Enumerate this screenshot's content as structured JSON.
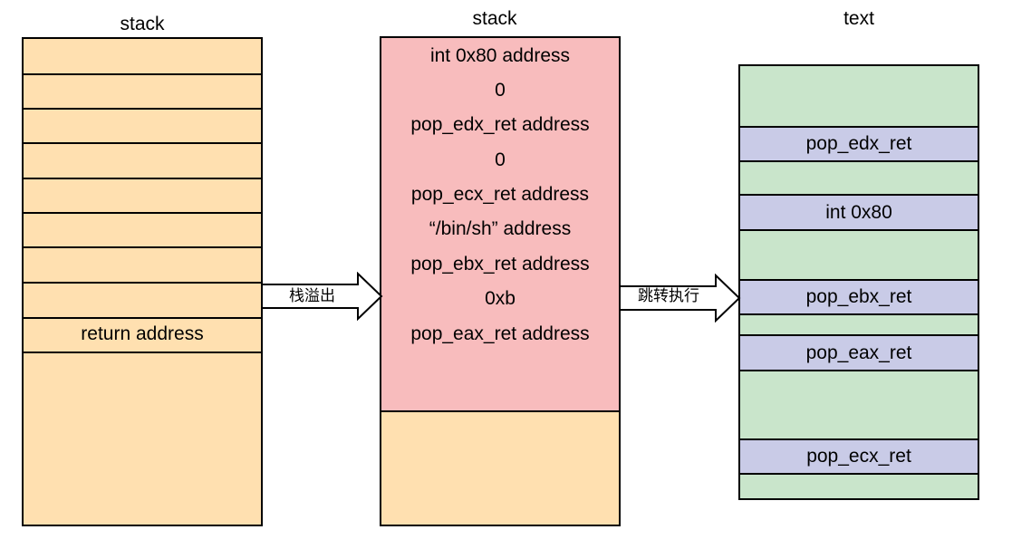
{
  "titles": {
    "left_stack": "stack",
    "mid_stack": "stack",
    "text_segment": "text"
  },
  "left_stack": {
    "cells": [
      "",
      "",
      "",
      "",
      "",
      "",
      "",
      "",
      "return address"
    ]
  },
  "mid_stack": {
    "cells": [
      "int 0x80 address",
      "0",
      "pop_edx_ret address",
      "0",
      "pop_ecx_ret address",
      "“/bin/sh” address",
      "pop_ebx_ret address",
      "0xb",
      "pop_eax_ret address"
    ]
  },
  "text_segment": {
    "gadgets": [
      "pop_edx_ret",
      "int 0x80",
      "pop_ebx_ret",
      "pop_eax_ret",
      "pop_ecx_ret"
    ]
  },
  "arrows": {
    "overflow_label": "栈溢出",
    "jump_label": "跳转执行"
  },
  "colors": {
    "stack_fill": "#ffe0b0",
    "payload_fill": "#f8bcbd",
    "text_fill": "#c9e5cb",
    "gadget_fill": "#c9cbe7"
  }
}
